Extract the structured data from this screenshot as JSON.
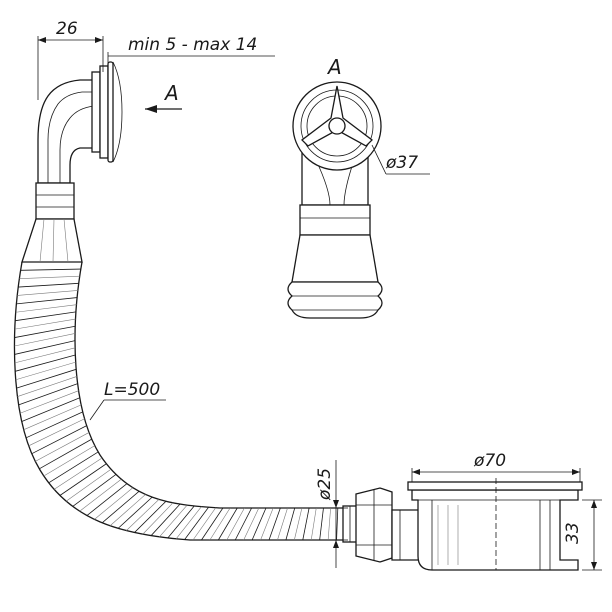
{
  "labels": {
    "dim_width": "26",
    "dim_range": "min 5 - max 14",
    "view_arrow": "A",
    "view_title": "A",
    "dim_diam_top": "ø37",
    "dim_length": "L=500",
    "dim_diam_pipe": "ø25",
    "dim_diam_drain": "ø70",
    "dim_height": "33"
  }
}
